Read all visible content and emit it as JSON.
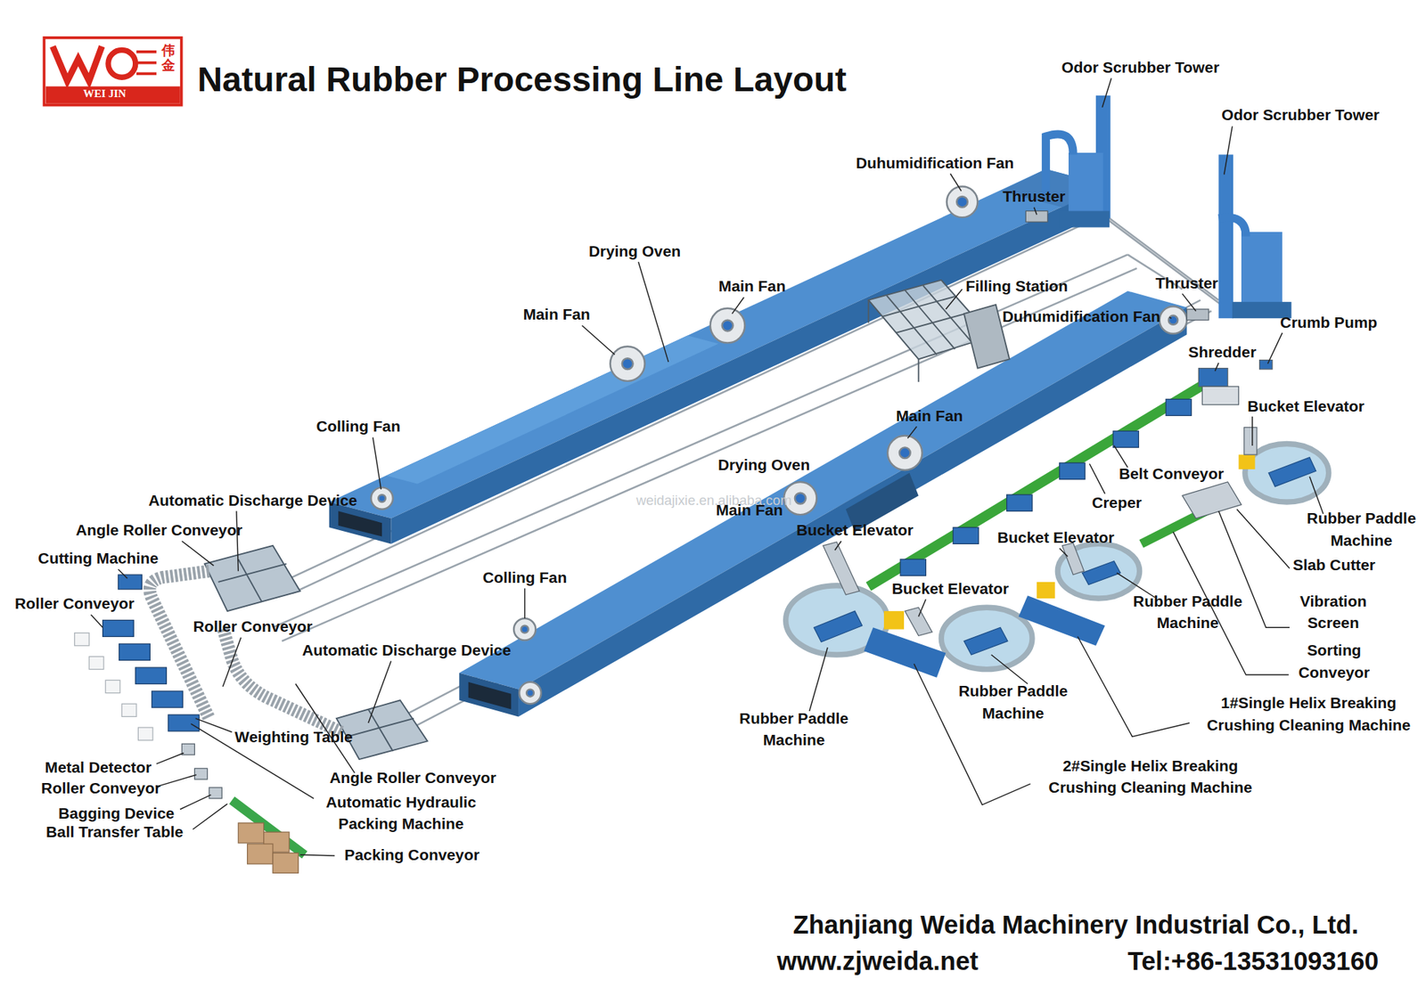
{
  "diagram": {
    "title": "Natural Rubber Processing Line Layout",
    "nodes": [
      {
        "text": [
          "伟金",
          "WEI JIN"
        ]
      }
    ],
    "labels": [
      "Odor Scrubber Tower",
      "Odor Scrubber Tower",
      "Duhumidification Fan",
      "Thruster",
      "Drying Oven",
      "Main Fan",
      "Filling Station",
      "Thruster",
      "Main Fan",
      "Duhumidification Fan",
      "Crumb Pump",
      "Shredder",
      "Bucket Elevator",
      "Colling Fan",
      "Main Fan",
      "Drying Oven",
      "Belt Conveyor",
      "Automatic Discharge Device",
      "Creper",
      "Main Fan",
      "Rubber Paddle Machine",
      "Angle Roller Conveyor",
      "Bucket Elevator",
      "Bucket Elevator",
      "Cutting Machine",
      "Slab Cutter",
      "Colling Fan",
      "Bucket Elevator",
      "Rubber Paddle Machine",
      "Vibration Screen",
      "Roller Conveyor",
      "Roller Conveyor",
      "Automatic Discharge Device",
      "Sorting Conveyor",
      "Rubber Paddle Machine",
      "1#Single Helix Breaking Crushing Cleaning Machine",
      "Rubber Paddle Machine",
      "Weighting Table",
      "Angle Roller Conveyor",
      "2#Single Helix Breaking Crushing Cleaning Machine",
      "Metal Detector",
      "Roller Conveyor",
      "Automatic Hydraulic Packing Machine",
      "Bagging Device",
      "Ball Transfer Table",
      "Packing Conveyor",
      "weidajixie.en.alibaba.com",
      "Zhanjiang Weida Machinery Industrial Co., Ltd.",
      "www.zjweida.net",
      "Tel:+86-13531093160"
    ]
  }
}
